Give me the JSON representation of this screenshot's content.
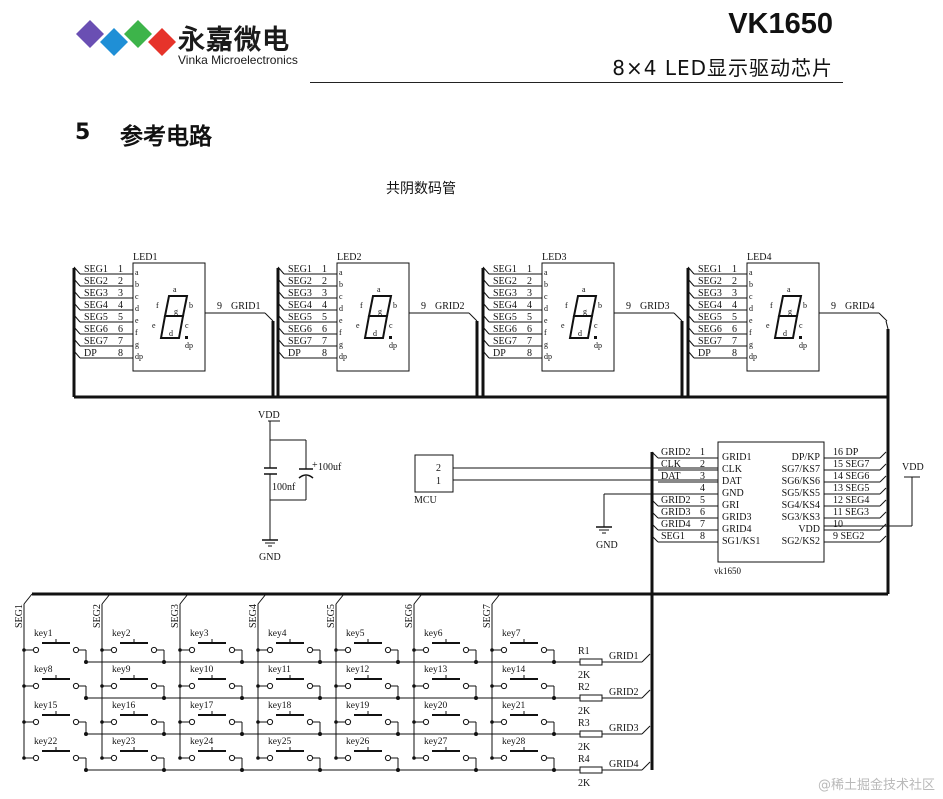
{
  "header": {
    "company_cn": "永嘉微电",
    "company_en": "Vinka Microelectronics",
    "chip": "VK1650",
    "chip_subtitle": "8×4  LED显示驱动芯片",
    "logo_colors": [
      "#6a4fb3",
      "#1f8fd6",
      "#3db44a",
      "#e6332a"
    ]
  },
  "section": {
    "number": "5",
    "title": "参考电路"
  },
  "diagram_title": "共阴数码管",
  "leds": [
    {
      "name": "LED1",
      "grid": "GRID1"
    },
    {
      "name": "LED2",
      "grid": "GRID2"
    },
    {
      "name": "LED3",
      "grid": "GRID3"
    },
    {
      "name": "LED4",
      "grid": "GRID4"
    }
  ],
  "led_common": {
    "seg_labels": [
      "SEG1",
      "SEG2",
      "SEG3",
      "SEG4",
      "SEG5",
      "SEG6",
      "SEG7",
      "DP"
    ],
    "pins": [
      "1",
      "2",
      "3",
      "4",
      "5",
      "6",
      "7",
      "8"
    ],
    "seg_letters": [
      "a",
      "b",
      "c",
      "d",
      "e",
      "f",
      "g",
      "dp"
    ],
    "grid_pin": "9"
  },
  "power": {
    "vdd": "VDD",
    "gnd": "GND",
    "cap_small": "100nf",
    "cap_large": "100uf",
    "plus": "+"
  },
  "mcu": {
    "label": "MCU",
    "pins": [
      "2",
      "1"
    ]
  },
  "chip": {
    "name": "vk1650",
    "left_nets": [
      "GRID2",
      "CLK",
      "DAT",
      "",
      "GRID2",
      "GRID3",
      "GRID4",
      "SEG1"
    ],
    "left_pins": [
      "1",
      "2",
      "3",
      "4",
      "5",
      "6",
      "7",
      "8"
    ],
    "left_functions": [
      "GRID1",
      "CLK",
      "DAT",
      "GND",
      "GRI",
      "GRID3",
      "GRID4",
      "SG1/KS1"
    ],
    "right_functions": [
      "DP/KP",
      "SG7/KS7",
      "SG6/KS6",
      "SG5/KS5",
      "SG4/KS4",
      "SG3/KS3",
      "VDD",
      "SG2/KS2"
    ],
    "right_pin_labels": [
      "16 DP",
      "15 SEG7",
      "14 SEG6",
      "13 SEG5",
      "12 SEG4",
      "11 SEG3",
      "10",
      "9  SEG2"
    ],
    "gnd": "GND",
    "vdd": "VDD"
  },
  "keys": {
    "seg_labels": [
      "SEG1",
      "SEG2",
      "SEG3",
      "SEG4",
      "SEG5",
      "SEG6",
      "SEG7"
    ],
    "rows": [
      [
        "key1",
        "key2",
        "key3",
        "key4",
        "key5",
        "key6",
        "key7"
      ],
      [
        "key8",
        "key9",
        "key10",
        "key11",
        "key12",
        "key13",
        "key14"
      ],
      [
        "key15",
        "key16",
        "key17",
        "key18",
        "key19",
        "key20",
        "key21"
      ],
      [
        "key22",
        "key23",
        "key24",
        "key25",
        "key26",
        "key27",
        "key28"
      ]
    ],
    "resistors": [
      {
        "name": "R1",
        "value": "2K",
        "grid": "GRID1"
      },
      {
        "name": "R2",
        "value": "2K",
        "grid": "GRID2"
      },
      {
        "name": "R3",
        "value": "2K",
        "grid": "GRID3"
      },
      {
        "name": "R4",
        "value": "2K",
        "grid": "GRID4"
      }
    ]
  },
  "watermark": "@稀土掘金技术社区"
}
